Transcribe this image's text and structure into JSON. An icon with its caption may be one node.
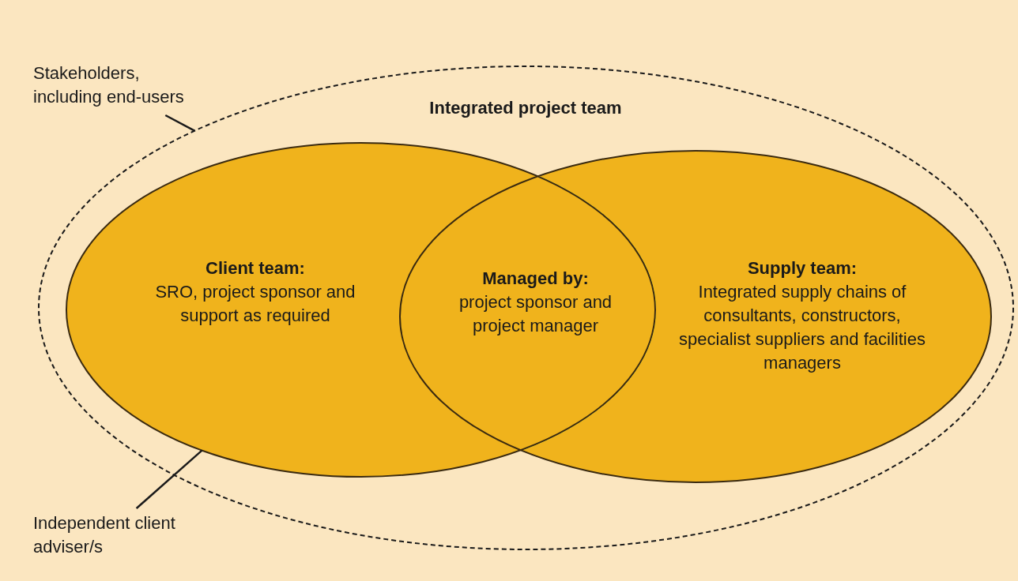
{
  "diagram": {
    "nodes": [
      {
        "text": [
          "Stakeholders, including end-users"
        ]
      },
      {
        "text": [
          "Integrated project team"
        ]
      },
      {
        "text": [
          "Client team:",
          "SRO, project sponsor and support as required"
        ],
        "in": 1
      },
      {
        "text": [
          "Managed by:",
          "project sponsor and project manager"
        ]
      },
      {
        "text": [
          "Supply team:",
          "Integrated supply chains of consultants, constructors, specialist suppliers and facilities managers"
        ],
        "in": 1
      },
      {
        "text": [
          "Independent client adviser/s"
        ]
      }
    ],
    "edges": [
      {
        "from": 0,
        "to": 1,
        "arrow": "none"
      },
      {
        "from": 5,
        "to": 2,
        "arrow": "none"
      }
    ]
  }
}
